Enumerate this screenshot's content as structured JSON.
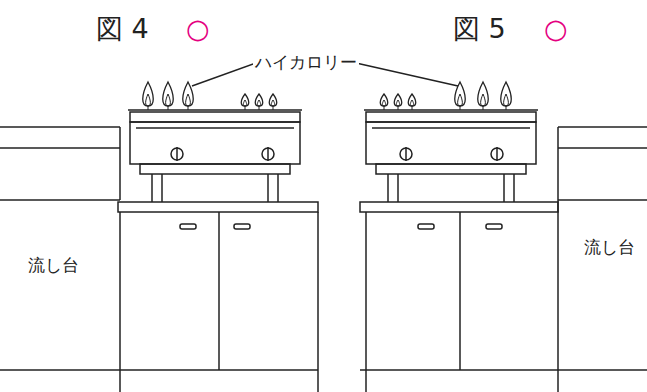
{
  "diagram": {
    "labels": [
      "図 4",
      "○",
      "図 5",
      "○",
      "ハイカロリー",
      "流し台",
      "流し台"
    ]
  }
}
